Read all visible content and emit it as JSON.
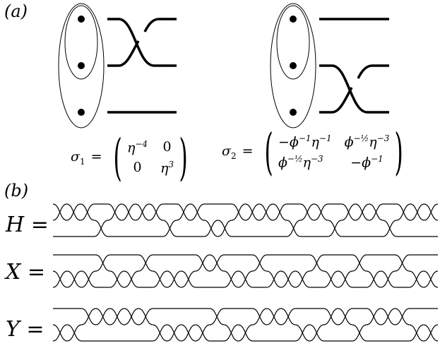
{
  "panel_a": {
    "label": "(a)",
    "sigma1": {
      "lhs": "σ",
      "sub": "1",
      "eq": "=",
      "m11": "η",
      "m11_sup": "−4",
      "m12": "0",
      "m21": "0",
      "m22": "η",
      "m22_sup": "3"
    },
    "sigma2": {
      "lhs": "σ",
      "sub": "2",
      "eq": "=",
      "m11": "−ϕ",
      "m11_sup": "−1",
      "m11b": "η",
      "m11b_sup": "−1",
      "m12": "ϕ",
      "m12_sup": "−½",
      "m12b": "η",
      "m12b_sup": "−3",
      "m21": "ϕ",
      "m21_sup": "−½",
      "m21b": "η",
      "m21b_sup": "−3",
      "m22": "−ϕ",
      "m22_sup": "−1"
    }
  },
  "panel_b": {
    "label": "(b)",
    "rows": [
      {
        "name": "H",
        "eq": "=",
        "crossings": [
          [
            0,
            0
          ],
          [
            0,
            1
          ],
          [
            0,
            2
          ],
          [
            1,
            3
          ],
          [
            0,
            4
          ],
          [
            0,
            5
          ],
          [
            0,
            6
          ],
          [
            0,
            7
          ],
          [
            1,
            8
          ],
          [
            0,
            9
          ],
          [
            0,
            10
          ],
          [
            1,
            11
          ],
          [
            1,
            12
          ],
          [
            0,
            13
          ],
          [
            0,
            14
          ],
          [
            0,
            15
          ],
          [
            0,
            16
          ],
          [
            1,
            17
          ],
          [
            0,
            18
          ],
          [
            0,
            19
          ],
          [
            1,
            20
          ],
          [
            0,
            21
          ],
          [
            0,
            22
          ],
          [
            0,
            23
          ],
          [
            1,
            24
          ],
          [
            0,
            25
          ],
          [
            0,
            26
          ],
          [
            0,
            27
          ]
        ]
      },
      {
        "name": "X",
        "eq": "=",
        "crossings": [
          [
            1,
            0
          ],
          [
            1,
            1
          ],
          [
            1,
            2
          ],
          [
            0,
            3
          ],
          [
            1,
            4
          ],
          [
            1,
            5
          ],
          [
            0,
            6
          ],
          [
            1,
            7
          ],
          [
            1,
            8
          ],
          [
            1,
            9
          ],
          [
            0,
            10
          ],
          [
            0,
            11
          ],
          [
            1,
            12
          ],
          [
            1,
            13
          ],
          [
            0,
            14
          ],
          [
            1,
            15
          ],
          [
            1,
            16
          ],
          [
            1,
            17
          ],
          [
            0,
            18
          ],
          [
            1,
            19
          ],
          [
            1,
            20
          ],
          [
            0,
            21
          ],
          [
            1,
            22
          ],
          [
            1,
            23
          ],
          [
            0,
            24
          ],
          [
            1,
            25
          ],
          [
            1,
            26
          ]
        ]
      },
      {
        "name": "Y",
        "eq": "=",
        "crossings": [
          [
            1,
            0
          ],
          [
            1,
            1
          ],
          [
            0,
            2
          ],
          [
            0,
            3
          ],
          [
            0,
            4
          ],
          [
            0,
            5
          ],
          [
            0,
            6
          ],
          [
            1,
            7
          ],
          [
            1,
            8
          ],
          [
            1,
            9
          ],
          [
            1,
            10
          ],
          [
            0,
            11
          ],
          [
            1,
            12
          ],
          [
            1,
            13
          ],
          [
            0,
            14
          ],
          [
            0,
            15
          ],
          [
            0,
            16
          ],
          [
            1,
            17
          ],
          [
            1,
            18
          ],
          [
            0,
            19
          ],
          [
            0,
            20
          ],
          [
            1,
            21
          ],
          [
            0,
            22
          ],
          [
            0,
            23
          ],
          [
            0,
            24
          ],
          [
            1,
            25
          ],
          [
            1,
            26
          ]
        ]
      }
    ]
  }
}
